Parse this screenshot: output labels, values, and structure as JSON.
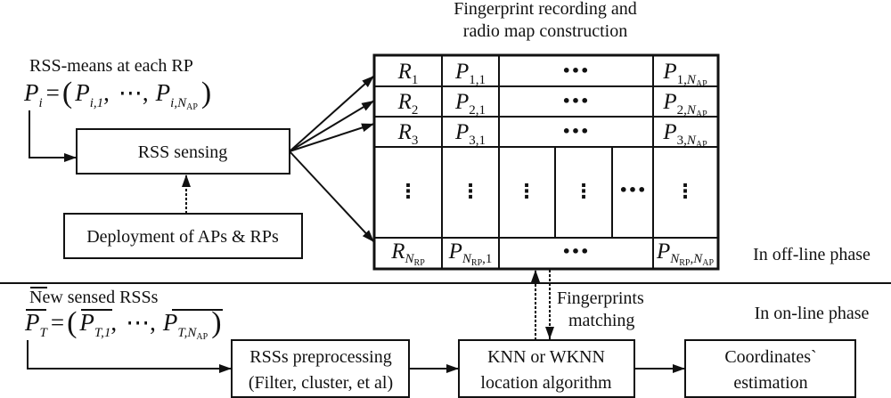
{
  "diagram_title": [
    "Fingerprint recording and",
    "radio map construction"
  ],
  "offline": {
    "rss_means_label": "RSS-means at each RP",
    "formula": {
      "lhs": "P",
      "lhs_sub": "i",
      "eq": "=",
      "lparen": "(",
      "a": "P",
      "a_sub": "i,1",
      "comma1": ",",
      "dots": "⋯",
      "comma2": ",",
      "b": "P",
      "b_sub": "i,",
      "b_sub_n": "N",
      "b_sub_n_sub": "AP",
      "rparen": ")"
    },
    "rss_sensing_label": "RSS sensing",
    "deployment_label": "Deployment of APs & RPs",
    "phase_label": "In off-line phase"
  },
  "radio_map": {
    "rows": [
      {
        "rp": "R",
        "rp_sub": "1",
        "first": "P",
        "first_sub": "1,1",
        "middle": "•••",
        "last": "P",
        "last_sub": "1,",
        "last_sub_n": "N",
        "last_sub_n_sub": "AP"
      },
      {
        "rp": "R",
        "rp_sub": "2",
        "first": "P",
        "first_sub": "2,1",
        "middle": "•••",
        "last": "P",
        "last_sub": "2,",
        "last_sub_n": "N",
        "last_sub_n_sub": "AP"
      },
      {
        "rp": "R",
        "rp_sub": "3",
        "first": "P",
        "first_sub": "3,1",
        "middle": "•••",
        "last": "P",
        "last_sub": "3,",
        "last_sub_n": "N",
        "last_sub_n_sub": "AP"
      }
    ],
    "gap_row": {
      "vdots": "⋮",
      "hdots": "•••"
    },
    "last_row": {
      "rp": "R",
      "rp_sub": "N",
      "rp_sub_sub": "RP",
      "first": "P",
      "first_sub": "N",
      "first_sub_sub": "RP",
      "first_sub_tail": ",1",
      "middle": "•••",
      "last": "P",
      "last_sub": "N",
      "last_sub_sub": "RP",
      "last_sub_mid": ",",
      "last_sub2": "N",
      "last_sub2_sub": "AP"
    }
  },
  "online": {
    "new_rss_label": "New sensed RSSs",
    "formula": {
      "lhs": "P",
      "lhs_sub": "T",
      "eq": "=",
      "lparen": "(",
      "a": "P",
      "a_sub": "T,1",
      "comma1": ",",
      "dots": "⋯",
      "comma2": ",",
      "b": "P",
      "b_sub": "T,",
      "b_sub_n": "N",
      "b_sub_n_sub": "AP",
      "rparen": ")"
    },
    "preprocessing_label": [
      "RSSs preprocessing",
      "(Filter, cluster, et al)"
    ],
    "matching_label": [
      "Fingerprints",
      "matching"
    ],
    "knn_label": [
      "KNN or WKNN",
      "location algorithm"
    ],
    "coordinates_label": [
      "Coordinates`",
      "estimation"
    ],
    "phase_label": "In on-line phase"
  }
}
